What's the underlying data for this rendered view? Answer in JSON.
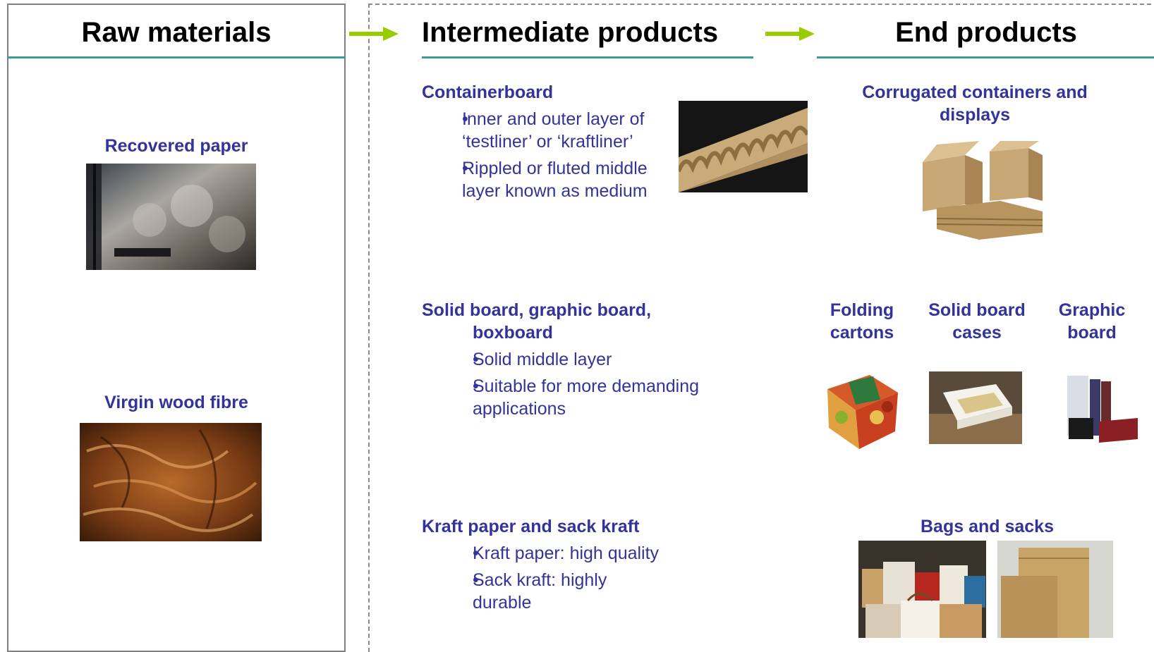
{
  "columns": {
    "raw": "Raw materials",
    "intermediate": "Intermediate products",
    "end": "End products"
  },
  "raw_materials": {
    "recovered": "Recovered paper",
    "virgin": "Virgin wood fibre"
  },
  "intermediate": {
    "containerboard": {
      "title": "Containerboard",
      "bullets": [
        "Inner and outer layer of ‘testliner’ or ‘kraftliner’",
        "Rippled or fluted middle layer known as medium"
      ]
    },
    "solid": {
      "title_line1": "Solid board, graphic board,",
      "title_line2": "boxboard",
      "bullets": [
        "Solid middle layer",
        "Suitable for more demanding applications"
      ]
    },
    "kraft": {
      "title": "Kraft paper and sack kraft",
      "bullets": [
        "Kraft paper: high quality",
        "Sack kraft: highly durable"
      ]
    }
  },
  "end_products": {
    "corrugated": "Corrugated containers and displays",
    "folding": "Folding cartons",
    "solid_cases": "Solid board cases",
    "graphic": "Graphic board",
    "bags": "Bags and sacks"
  },
  "colors": {
    "accent_teal": "#3a9d94",
    "arrow_green": "#99cc00",
    "text_blue": "#333399"
  }
}
